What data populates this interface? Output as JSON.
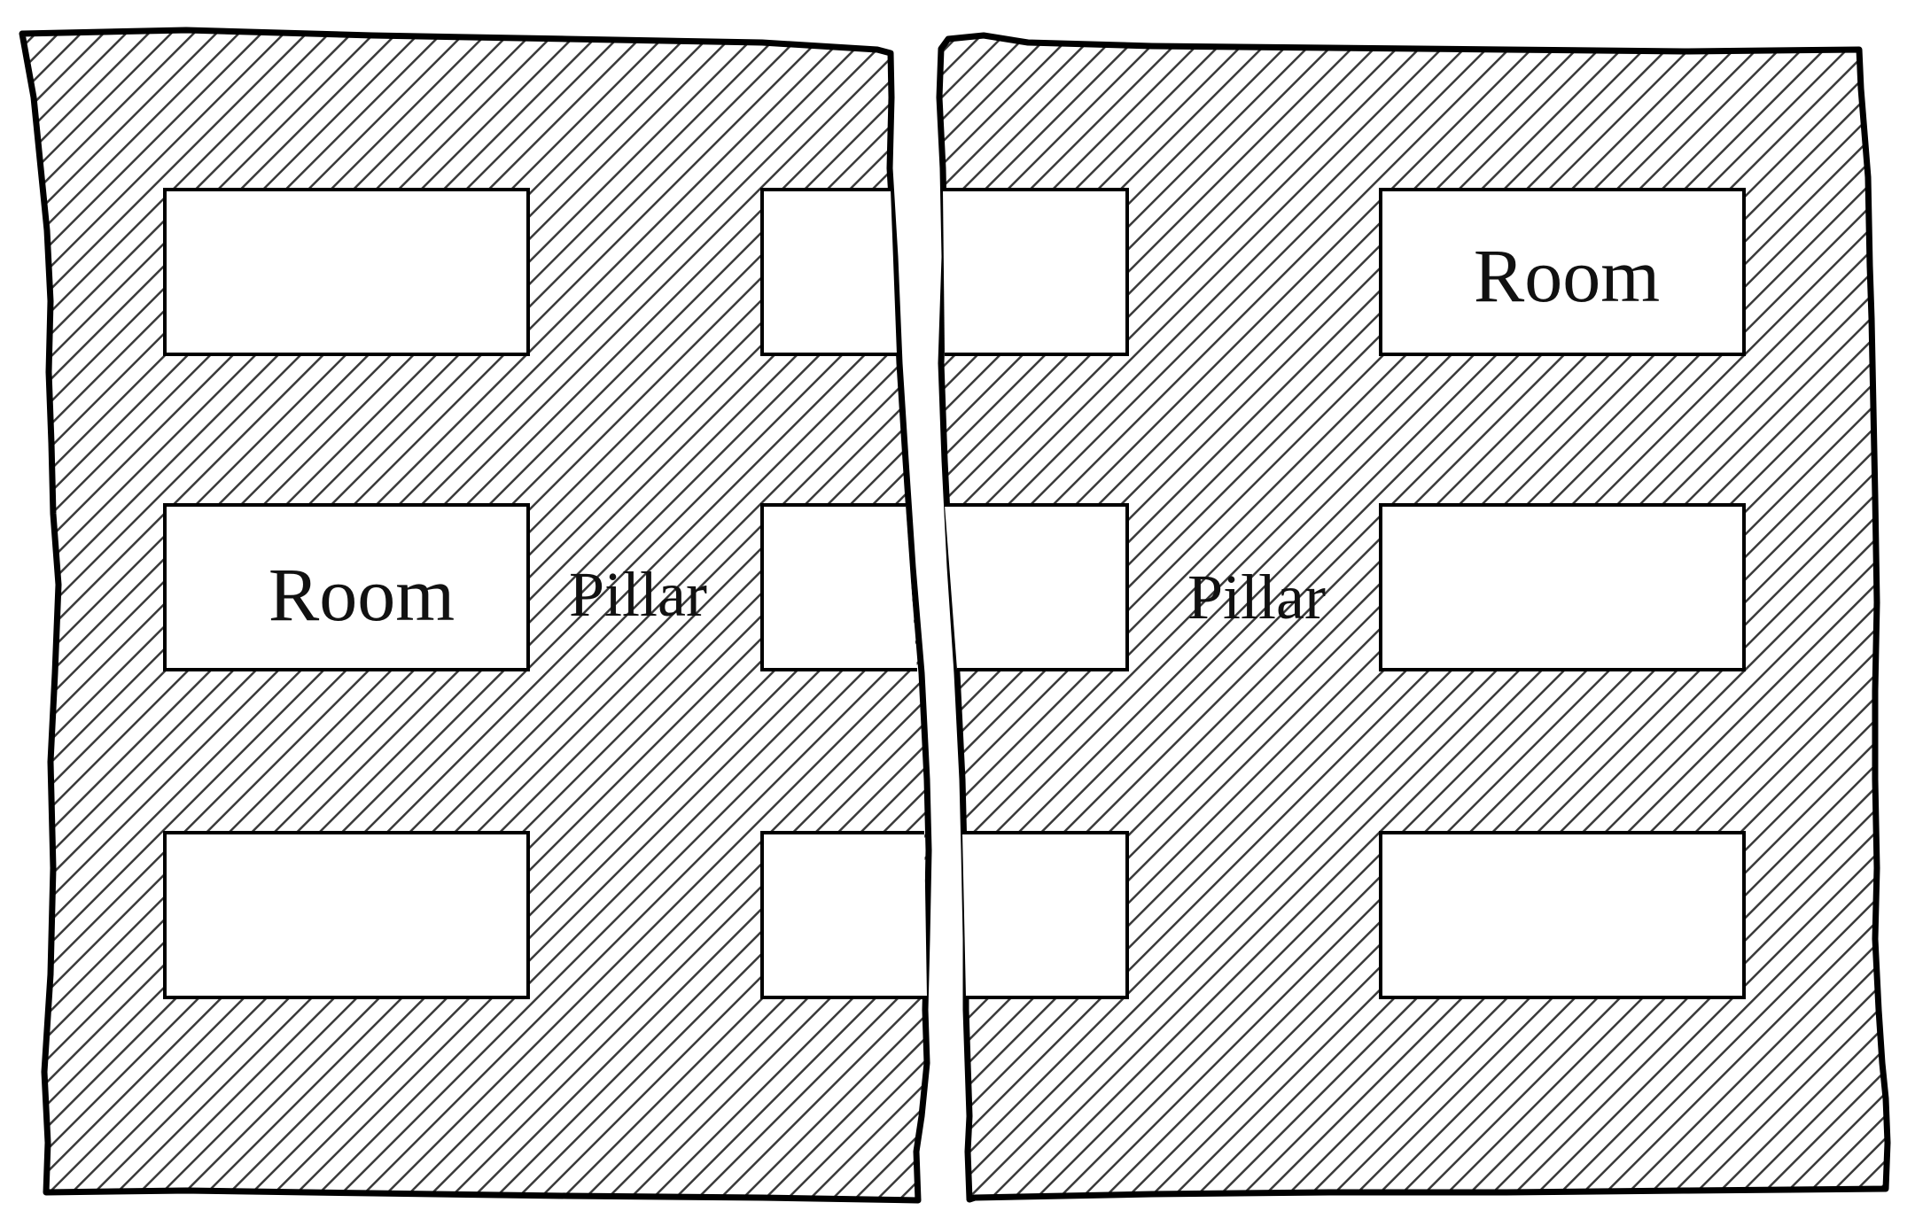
{
  "labels": {
    "room_left": "Room",
    "pillar_left": "Pillar",
    "pillar_right": "Pillar",
    "room_right": "Room"
  },
  "colors": {
    "hatch": "#3a3a3a",
    "outline": "#000000",
    "background": "#ffffff",
    "text": "#111111"
  }
}
